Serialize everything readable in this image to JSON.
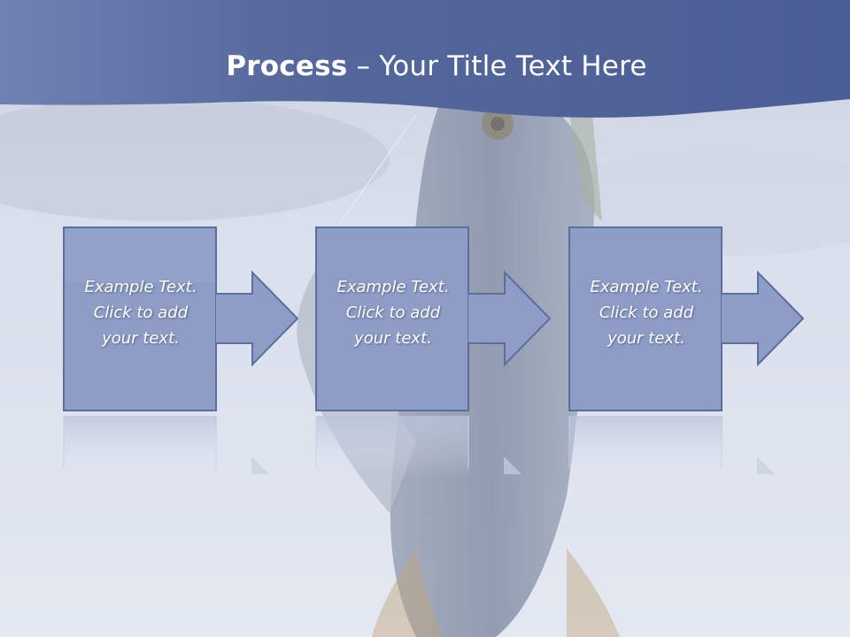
{
  "slide": {
    "title_bold": "Process",
    "title_rest": " – Your Title Text Here"
  },
  "steps": [
    {
      "line1": "Example Text.",
      "line2": "Click  to add",
      "line3": "your text."
    },
    {
      "line1": "Example Text.",
      "line2": "Click  to add",
      "line3": "your text."
    },
    {
      "line1": "Example Text.",
      "line2": "Click  to add",
      "line3": "your text."
    }
  ],
  "colors": {
    "header": "#4a5f96",
    "box_fill": "#8d9dc6",
    "box_border": "#5c6e9e",
    "background": "#dfe5f0"
  }
}
